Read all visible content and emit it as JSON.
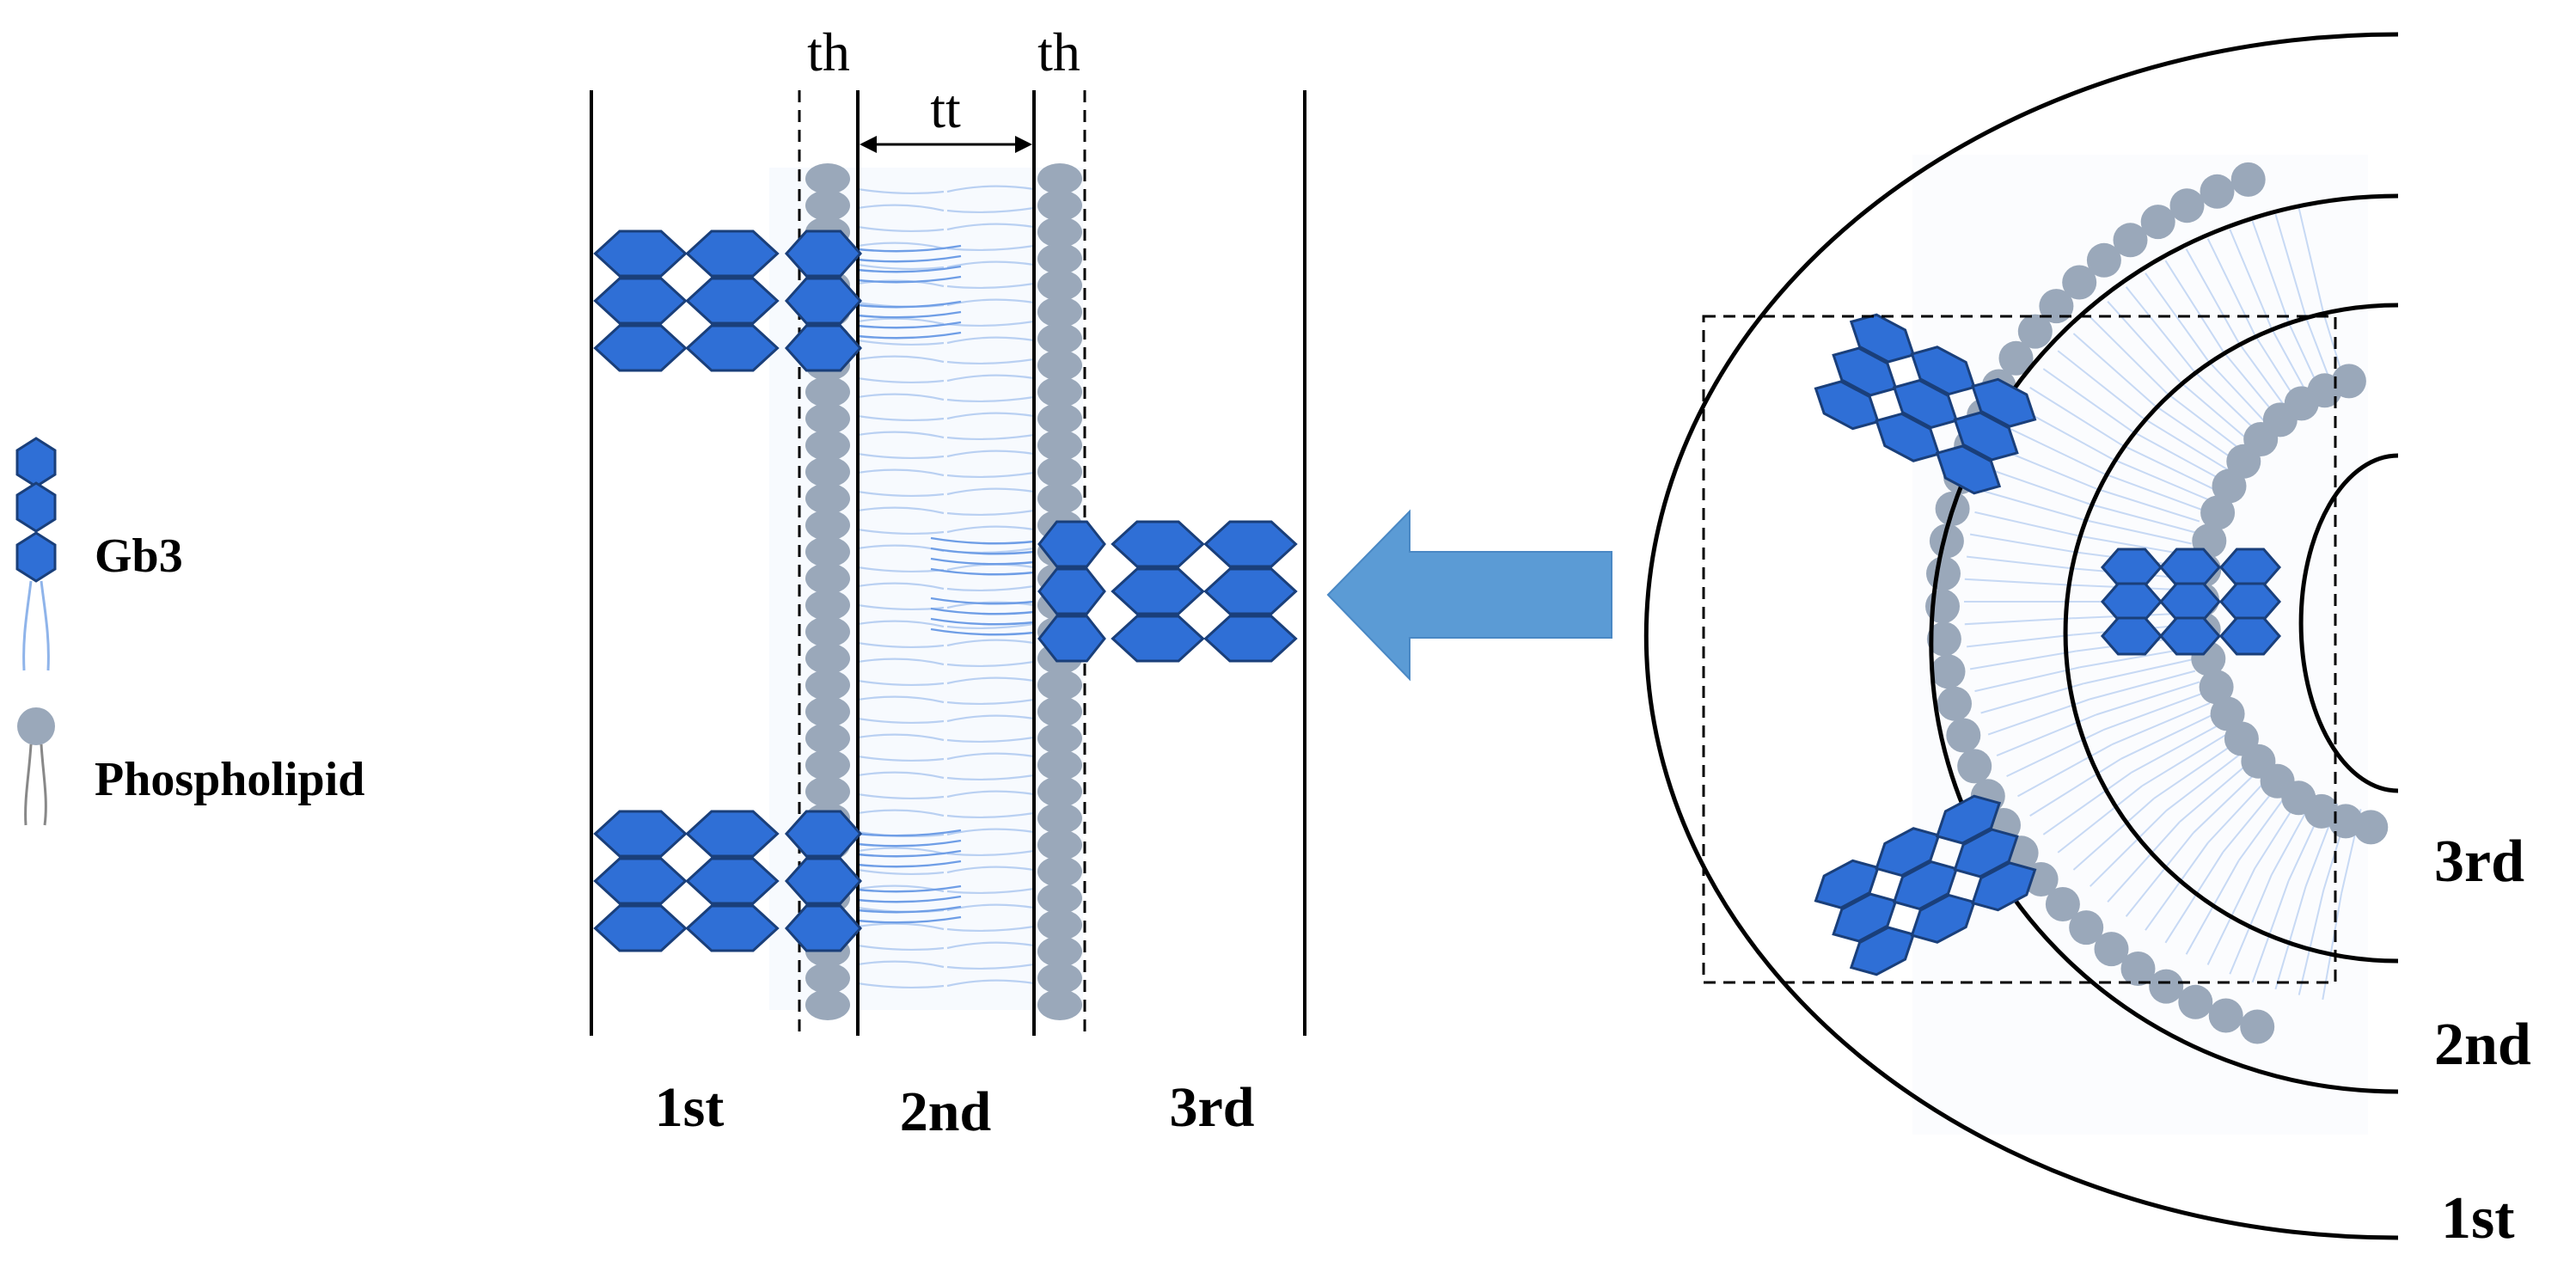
{
  "legend": {
    "gb3_label": "Gb3",
    "phospholipid_label": "Phospholipid"
  },
  "flat_model": {
    "thickness_head_left": "th",
    "thickness_tail": "tt",
    "thickness_head_right": "th",
    "region_1": "1st",
    "region_2": "2nd",
    "region_3": "3rd"
  },
  "curved_model": {
    "region_3": "3rd",
    "region_2": "2nd",
    "region_1": "1st"
  },
  "colors": {
    "gb3_fill": "#2f6fd6",
    "gb3_stroke": "#1a3f7a",
    "phospholipid_head": "#9aa8ba",
    "lipid_tail": "#8fb4ea",
    "arrow_fill": "#5b9bd5"
  },
  "icons": {
    "gb3": "hexagon-stack-icon",
    "phospholipid": "lipid-icon",
    "arrow": "left-arrow-icon"
  }
}
